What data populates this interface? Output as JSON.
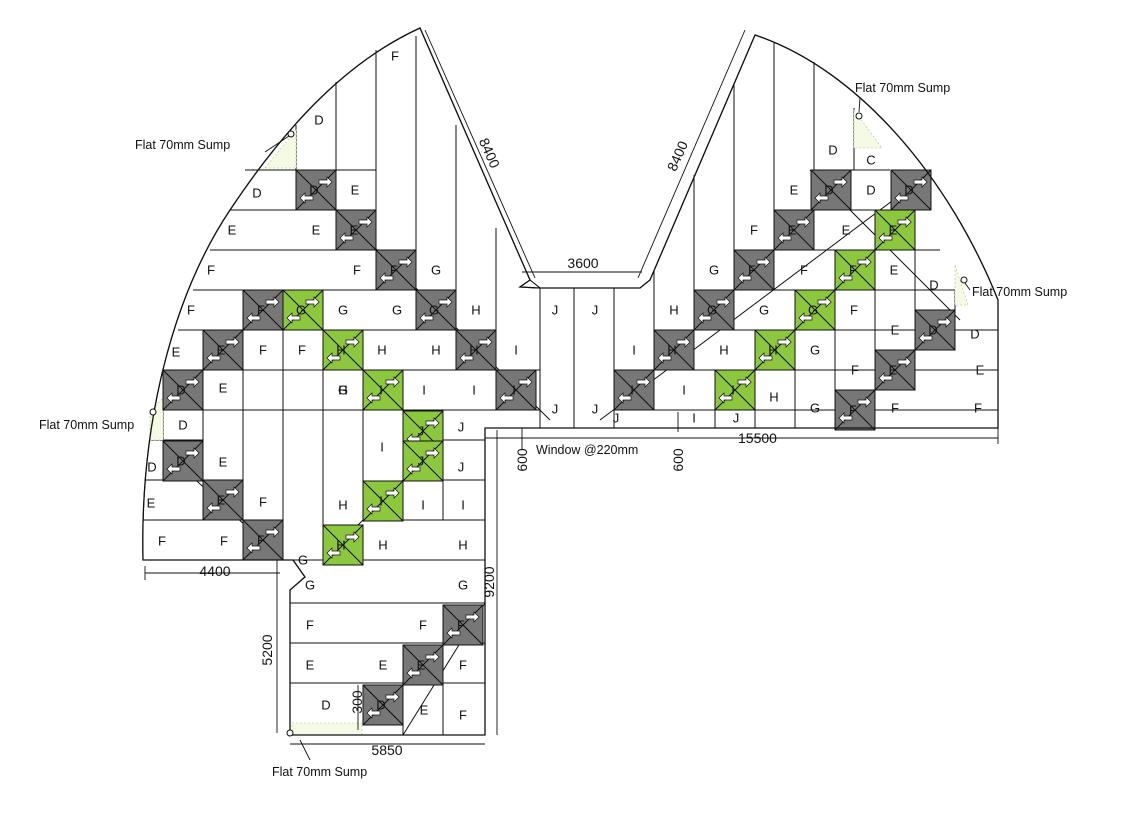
{
  "dimensions": {
    "left_wing_diagonal": "8400",
    "right_wing_diagonal": "8400",
    "notch_width": "3600",
    "total_width": "15500",
    "left_offset": "4400",
    "lower_height": "5200",
    "total_height": "9200",
    "bottom_width": "5850",
    "sump_offset": "300",
    "window_height": "600",
    "window_height_right": "600",
    "window_note": "Window @220mm"
  },
  "sump_labels": {
    "left_upper": "Flat 70mm Sump",
    "left_lower": "Flat 70mm Sump",
    "right_upper": "Flat 70mm Sump",
    "right_middle": "Flat 70mm Sump",
    "bottom": "Flat 70mm Sump"
  },
  "colors": {
    "outline": "#111111",
    "crossfall_tile": "#777777",
    "highlight_tile": "#8dc63f",
    "sump_fill": "#f4fae6"
  },
  "board_labels": [
    {
      "t": "F"
    },
    {
      "t": "D"
    },
    {
      "t": "D"
    },
    {
      "t": "E"
    },
    {
      "t": "E"
    },
    {
      "t": "E"
    },
    {
      "t": "F"
    },
    {
      "t": "F"
    },
    {
      "t": "F"
    },
    {
      "t": "G"
    },
    {
      "t": "F"
    },
    {
      "t": "G"
    },
    {
      "t": "G"
    },
    {
      "t": "H"
    },
    {
      "t": "E"
    },
    {
      "t": "F"
    },
    {
      "t": "G"
    },
    {
      "t": "H"
    },
    {
      "t": "H"
    },
    {
      "t": "I"
    },
    {
      "t": "E"
    },
    {
      "t": "H"
    },
    {
      "t": "I"
    },
    {
      "t": "I"
    },
    {
      "t": "D"
    },
    {
      "t": "I"
    },
    {
      "t": "J"
    },
    {
      "t": "D"
    },
    {
      "t": "E"
    },
    {
      "t": "J"
    },
    {
      "t": "E"
    },
    {
      "t": "F"
    },
    {
      "t": "H"
    },
    {
      "t": "I"
    },
    {
      "t": "I"
    },
    {
      "t": "F"
    },
    {
      "t": "F"
    },
    {
      "t": "H"
    },
    {
      "t": "H"
    },
    {
      "t": "G"
    },
    {
      "t": "G"
    },
    {
      "t": "G"
    },
    {
      "t": "F"
    },
    {
      "t": "F"
    },
    {
      "t": "E"
    },
    {
      "t": "E"
    },
    {
      "t": "F"
    },
    {
      "t": "D"
    },
    {
      "t": "E"
    },
    {
      "t": "F"
    },
    {
      "t": "J"
    },
    {
      "t": "J"
    },
    {
      "t": "J"
    },
    {
      "t": "J"
    },
    {
      "t": "J"
    },
    {
      "t": "D"
    },
    {
      "t": "C"
    },
    {
      "t": "E"
    },
    {
      "t": "D"
    },
    {
      "t": "F"
    },
    {
      "t": "E"
    },
    {
      "t": "G"
    },
    {
      "t": "F"
    },
    {
      "t": "E"
    },
    {
      "t": "H"
    },
    {
      "t": "G"
    },
    {
      "t": "F"
    },
    {
      "t": "D"
    },
    {
      "t": "I"
    },
    {
      "t": "H"
    },
    {
      "t": "G"
    },
    {
      "t": "E"
    },
    {
      "t": "D"
    },
    {
      "t": "I"
    },
    {
      "t": "F"
    },
    {
      "t": "E"
    },
    {
      "t": "J"
    },
    {
      "t": "I"
    },
    {
      "t": "H"
    },
    {
      "t": "G"
    },
    {
      "t": "F"
    },
    {
      "t": "F"
    }
  ],
  "crossfall_labels": [
    {
      "t": "D"
    },
    {
      "t": "E"
    },
    {
      "t": "F"
    },
    {
      "t": "G"
    },
    {
      "t": "H"
    },
    {
      "t": "I"
    },
    {
      "t": "F"
    },
    {
      "t": "E"
    },
    {
      "t": "D"
    },
    {
      "t": "D"
    },
    {
      "t": "E"
    },
    {
      "t": "F"
    },
    {
      "t": "F"
    },
    {
      "t": "E"
    },
    {
      "t": "D"
    },
    {
      "t": "D"
    },
    {
      "t": "D"
    },
    {
      "t": "E"
    },
    {
      "t": "F"
    },
    {
      "t": "G"
    },
    {
      "t": "H"
    },
    {
      "t": "I"
    },
    {
      "t": "D"
    },
    {
      "t": "E"
    },
    {
      "t": "F"
    }
  ],
  "highlight_labels": [
    {
      "t": "G"
    },
    {
      "t": "H"
    },
    {
      "t": "I"
    },
    {
      "t": "J"
    },
    {
      "t": "J"
    },
    {
      "t": "I"
    },
    {
      "t": "H"
    },
    {
      "t": "E"
    },
    {
      "t": "F"
    },
    {
      "t": "G"
    },
    {
      "t": "H"
    },
    {
      "t": "I"
    }
  ]
}
